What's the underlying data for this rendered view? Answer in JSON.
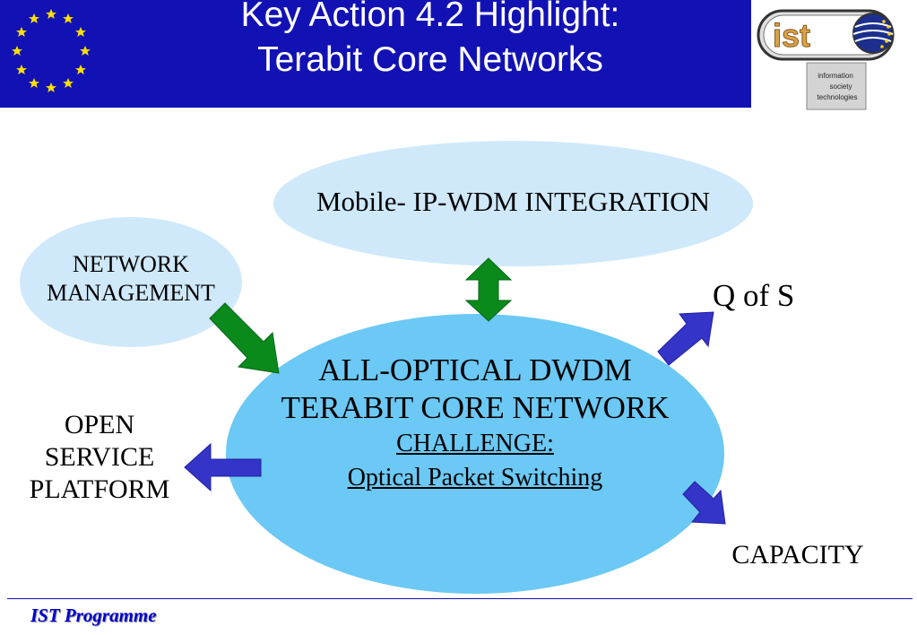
{
  "header": {
    "title_line1": "Key Action  4.2  Highlight:",
    "title_line2": "Terabit Core Networks",
    "logo_text": "ist",
    "logo_sub1": "information",
    "logo_sub2": "society",
    "logo_sub3": "technologies"
  },
  "diagram": {
    "mobile_integration": "Mobile- IP-WDM  INTEGRATION",
    "network_management_line1": "NETWORK",
    "network_management_line2": "MANAGEMENT",
    "core_line1": "ALL-OPTICAL DWDM",
    "core_line2": "TERABIT CORE NETWORK",
    "core_challenge": "CHALLENGE:",
    "core_challenge_detail": "Optical Packet Switching",
    "qos": "Q of S",
    "open_service_line1": "OPEN",
    "open_service_line2": "SERVICE",
    "open_service_line3": "PLATFORM",
    "capacity": "CAPACITY"
  },
  "footer": {
    "label": "IST Programme"
  },
  "colors": {
    "header_blue": "#1212b4",
    "light_ellipse": "#cfe9fb",
    "core_ellipse": "#6cc8f4",
    "green_arrow": "#0a8a1a",
    "blue_arrow": "#3434c8",
    "star_yellow": "#ffe000"
  },
  "icons": [
    "eu-flag-icon",
    "ist-logo-icon",
    "double-arrow-icon",
    "arrow-icon"
  ]
}
